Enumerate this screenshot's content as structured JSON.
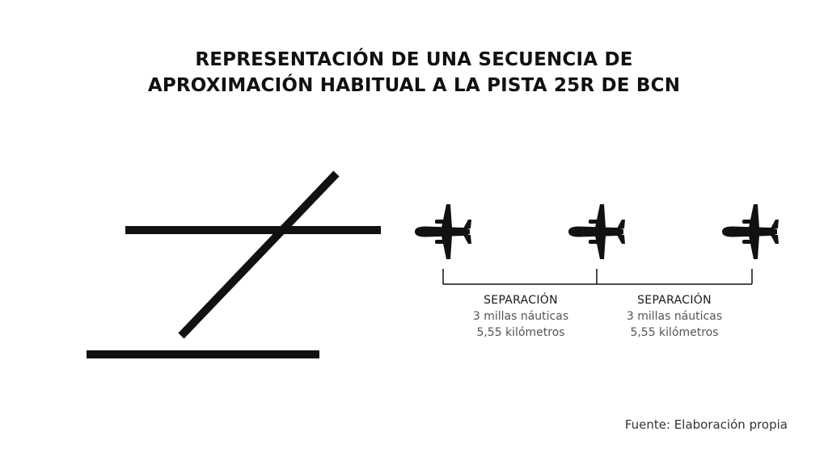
{
  "title": {
    "line1": "REPRESENTACIÓN DE UNA SECUENCIA DE",
    "line2": "APROXIMACIÓN HABITUAL A LA PISTA 25R DE BCN"
  },
  "aircraft": [
    {
      "icon": "airplane-icon"
    },
    {
      "icon": "airplane-icon"
    },
    {
      "icon": "airplane-icon"
    }
  ],
  "separations": [
    {
      "heading": "SEPARACIÓN",
      "nautical": "3 millas náuticas",
      "km": "5,55 kilómetros"
    },
    {
      "heading": "SEPARACIÓN",
      "nautical": "3 millas náuticas",
      "km": "5,55 kilómetros"
    }
  ],
  "source": "Fuente: Elaboración propia",
  "colors": {
    "ink": "#111111",
    "muted": "#555555"
  }
}
